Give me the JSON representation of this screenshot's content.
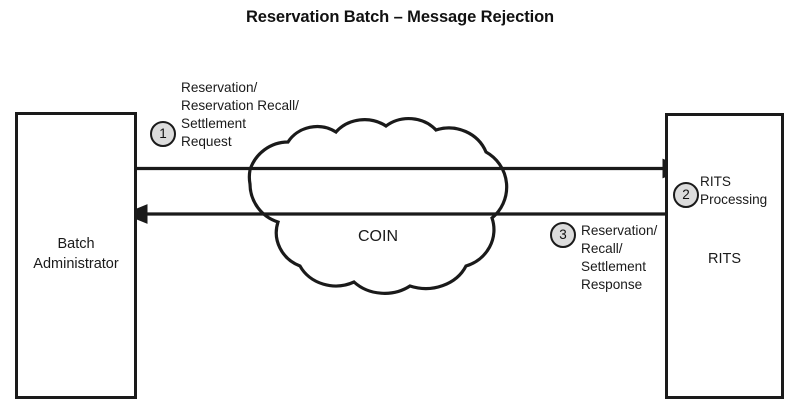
{
  "diagram": {
    "title": "Reservation Batch – Message Rejection",
    "type": "flow-diagram",
    "nodes": {
      "batch_administrator": {
        "label": "Batch\nAdministrator",
        "shape": "rectangle"
      },
      "rits": {
        "label": "RITS",
        "shape": "rectangle"
      },
      "network_cloud": {
        "label": "COIN",
        "shape": "cloud"
      }
    },
    "steps": [
      {
        "number": "1",
        "label": "Reservation/\nReservation Recall/\nSettlement\nRequest",
        "from": "batch_administrator",
        "to": "rits",
        "direction": "left-to-right"
      },
      {
        "number": "2",
        "label": "RITS\nProcessing",
        "at": "rits"
      },
      {
        "number": "3",
        "label": "Reservation/\nRecall/\nSettlement\nResponse",
        "from": "rits",
        "to": "batch_administrator",
        "direction": "right-to-left"
      }
    ],
    "colors": {
      "stroke": "#1a1a1a",
      "marker_fill": "#dcdcdc",
      "background": "#ffffff",
      "text": "#1a1a1a"
    }
  }
}
